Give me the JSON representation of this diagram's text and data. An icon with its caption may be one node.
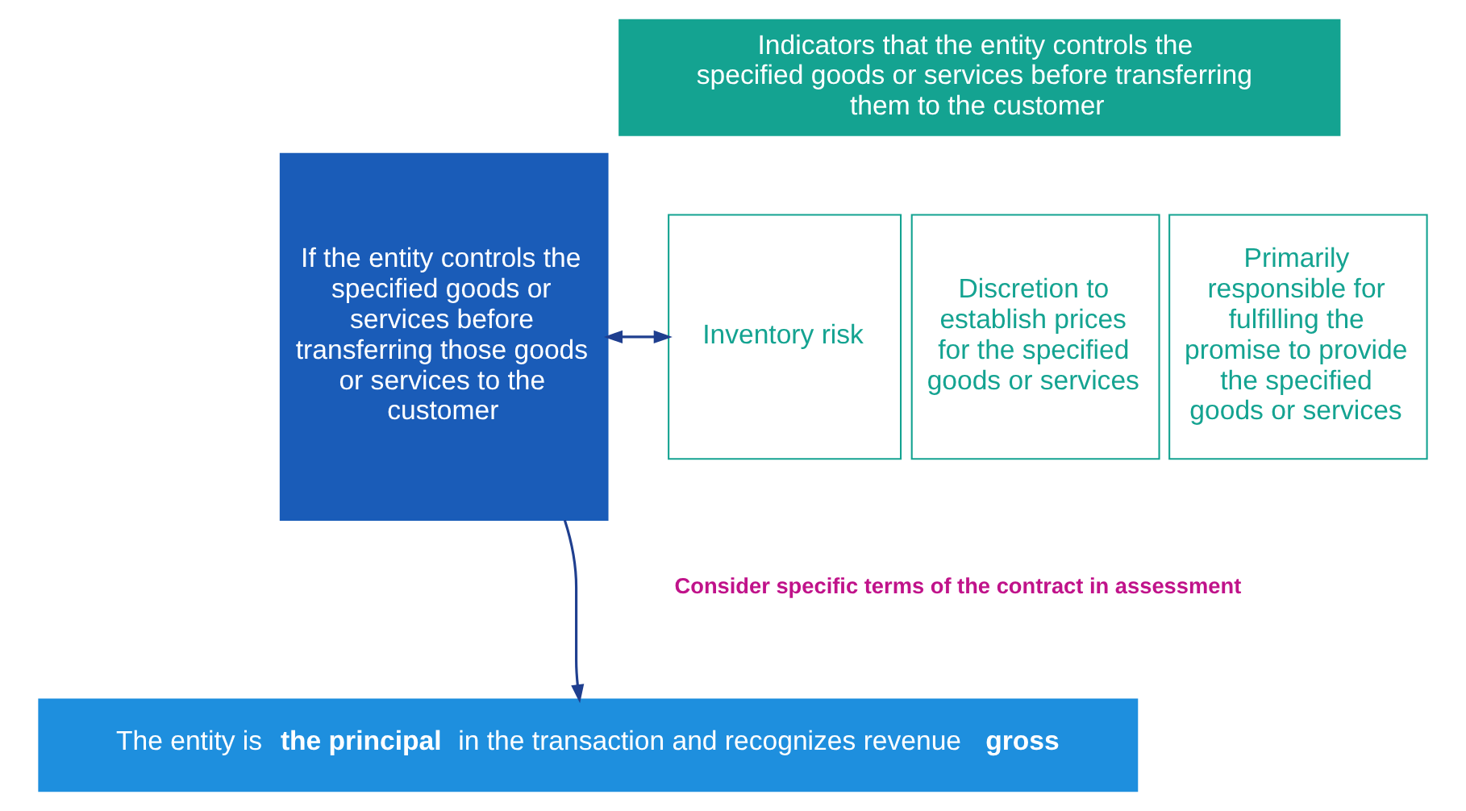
{
  "diagram": {
    "nodes": [
      {
        "text": [
          "If the entity controls the specified goods or services before transferring those goods or services to the customer"
        ]
      },
      {
        "text": [
          "Indicators that the entity controls the specified goods or services before transferring them to the customer"
        ]
      },
      {
        "text": [
          "Inventory risk"
        ]
      },
      {
        "text": [
          "Discretion to establish prices for the specified goods or services"
        ]
      },
      {
        "text": [
          "Primarily responsible for fulfilling the promise to provide the specified goods or services"
        ]
      },
      {
        "text": [
          "The entity is **the principal** in the transaction and recognizes revenue **gross**"
        ]
      }
    ],
    "edges": [
      {
        "from": 0,
        "to": 2,
        "arrow": "both"
      },
      {
        "from": 0,
        "to": 5,
        "arrow": "to"
      }
    ],
    "labels": [
      "Consider specific terms of the contract in assessment"
    ]
  }
}
